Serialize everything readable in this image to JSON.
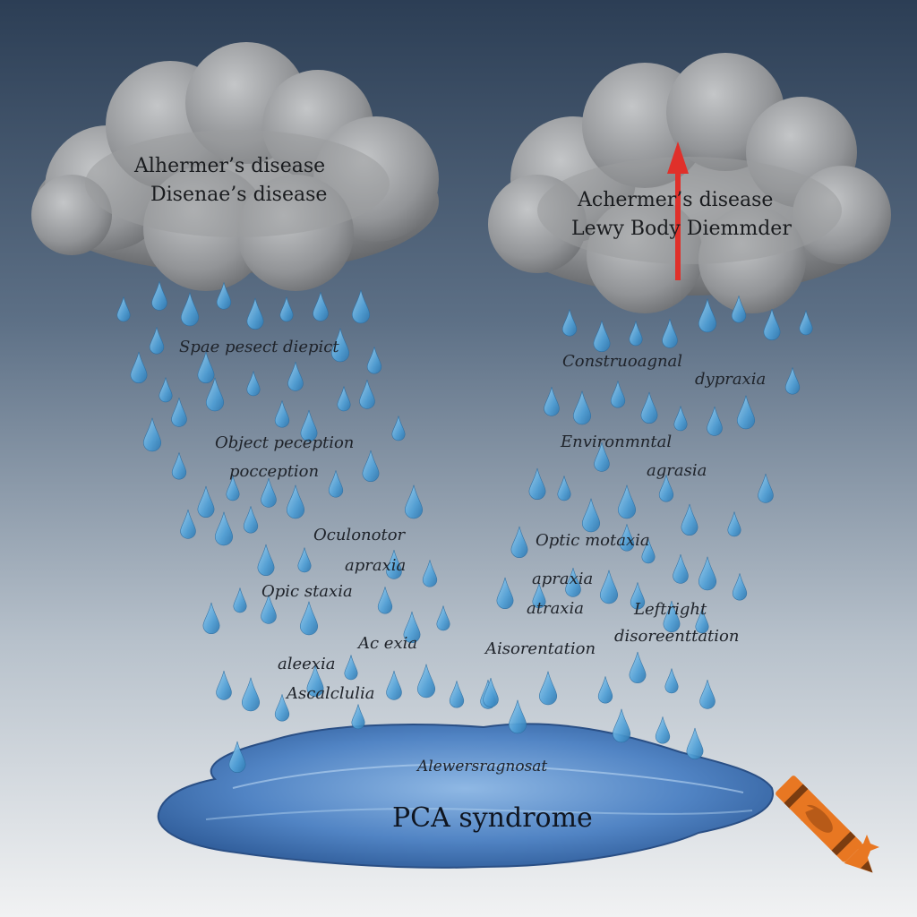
{
  "left_cloud": {
    "line1": "Alhermer’s disease",
    "line2": "Disenae’s disease"
  },
  "right_cloud": {
    "line1": "Achermer’s disease",
    "line2": "Lewy Body Diemmder"
  },
  "left_rain_labels": [
    "Spae pesect diepict",
    "Object peception",
    "pocception",
    "Oculonotor",
    "apraxia",
    "Opic staxia",
    "Ac exia",
    "aleexia",
    "Ascalclulia"
  ],
  "right_rain_labels": [
    "Construoagnal",
    "dypraxia",
    "Environmntal",
    "agrasia",
    "Optic motaxia",
    "apraxia",
    "atraxia",
    "Leftright",
    "disoreenttation",
    "Aisorentation"
  ],
  "puddle": {
    "subtitle": "Alewersragnosat",
    "title": "PCA syndrome"
  },
  "colors": {
    "sky_top": "#2c3e55",
    "sky_mid": "#6b7e93",
    "sky_bottom": "#eef0f2",
    "cloud": "#8e9092",
    "raindrop": "#5ba6d8",
    "puddle": "#4a7fc0",
    "arrow": "#e0302a",
    "crayon": "#e87722"
  },
  "icons": [
    "red-up-arrow-icon",
    "crayon-icon",
    "sparkle-icon"
  ]
}
